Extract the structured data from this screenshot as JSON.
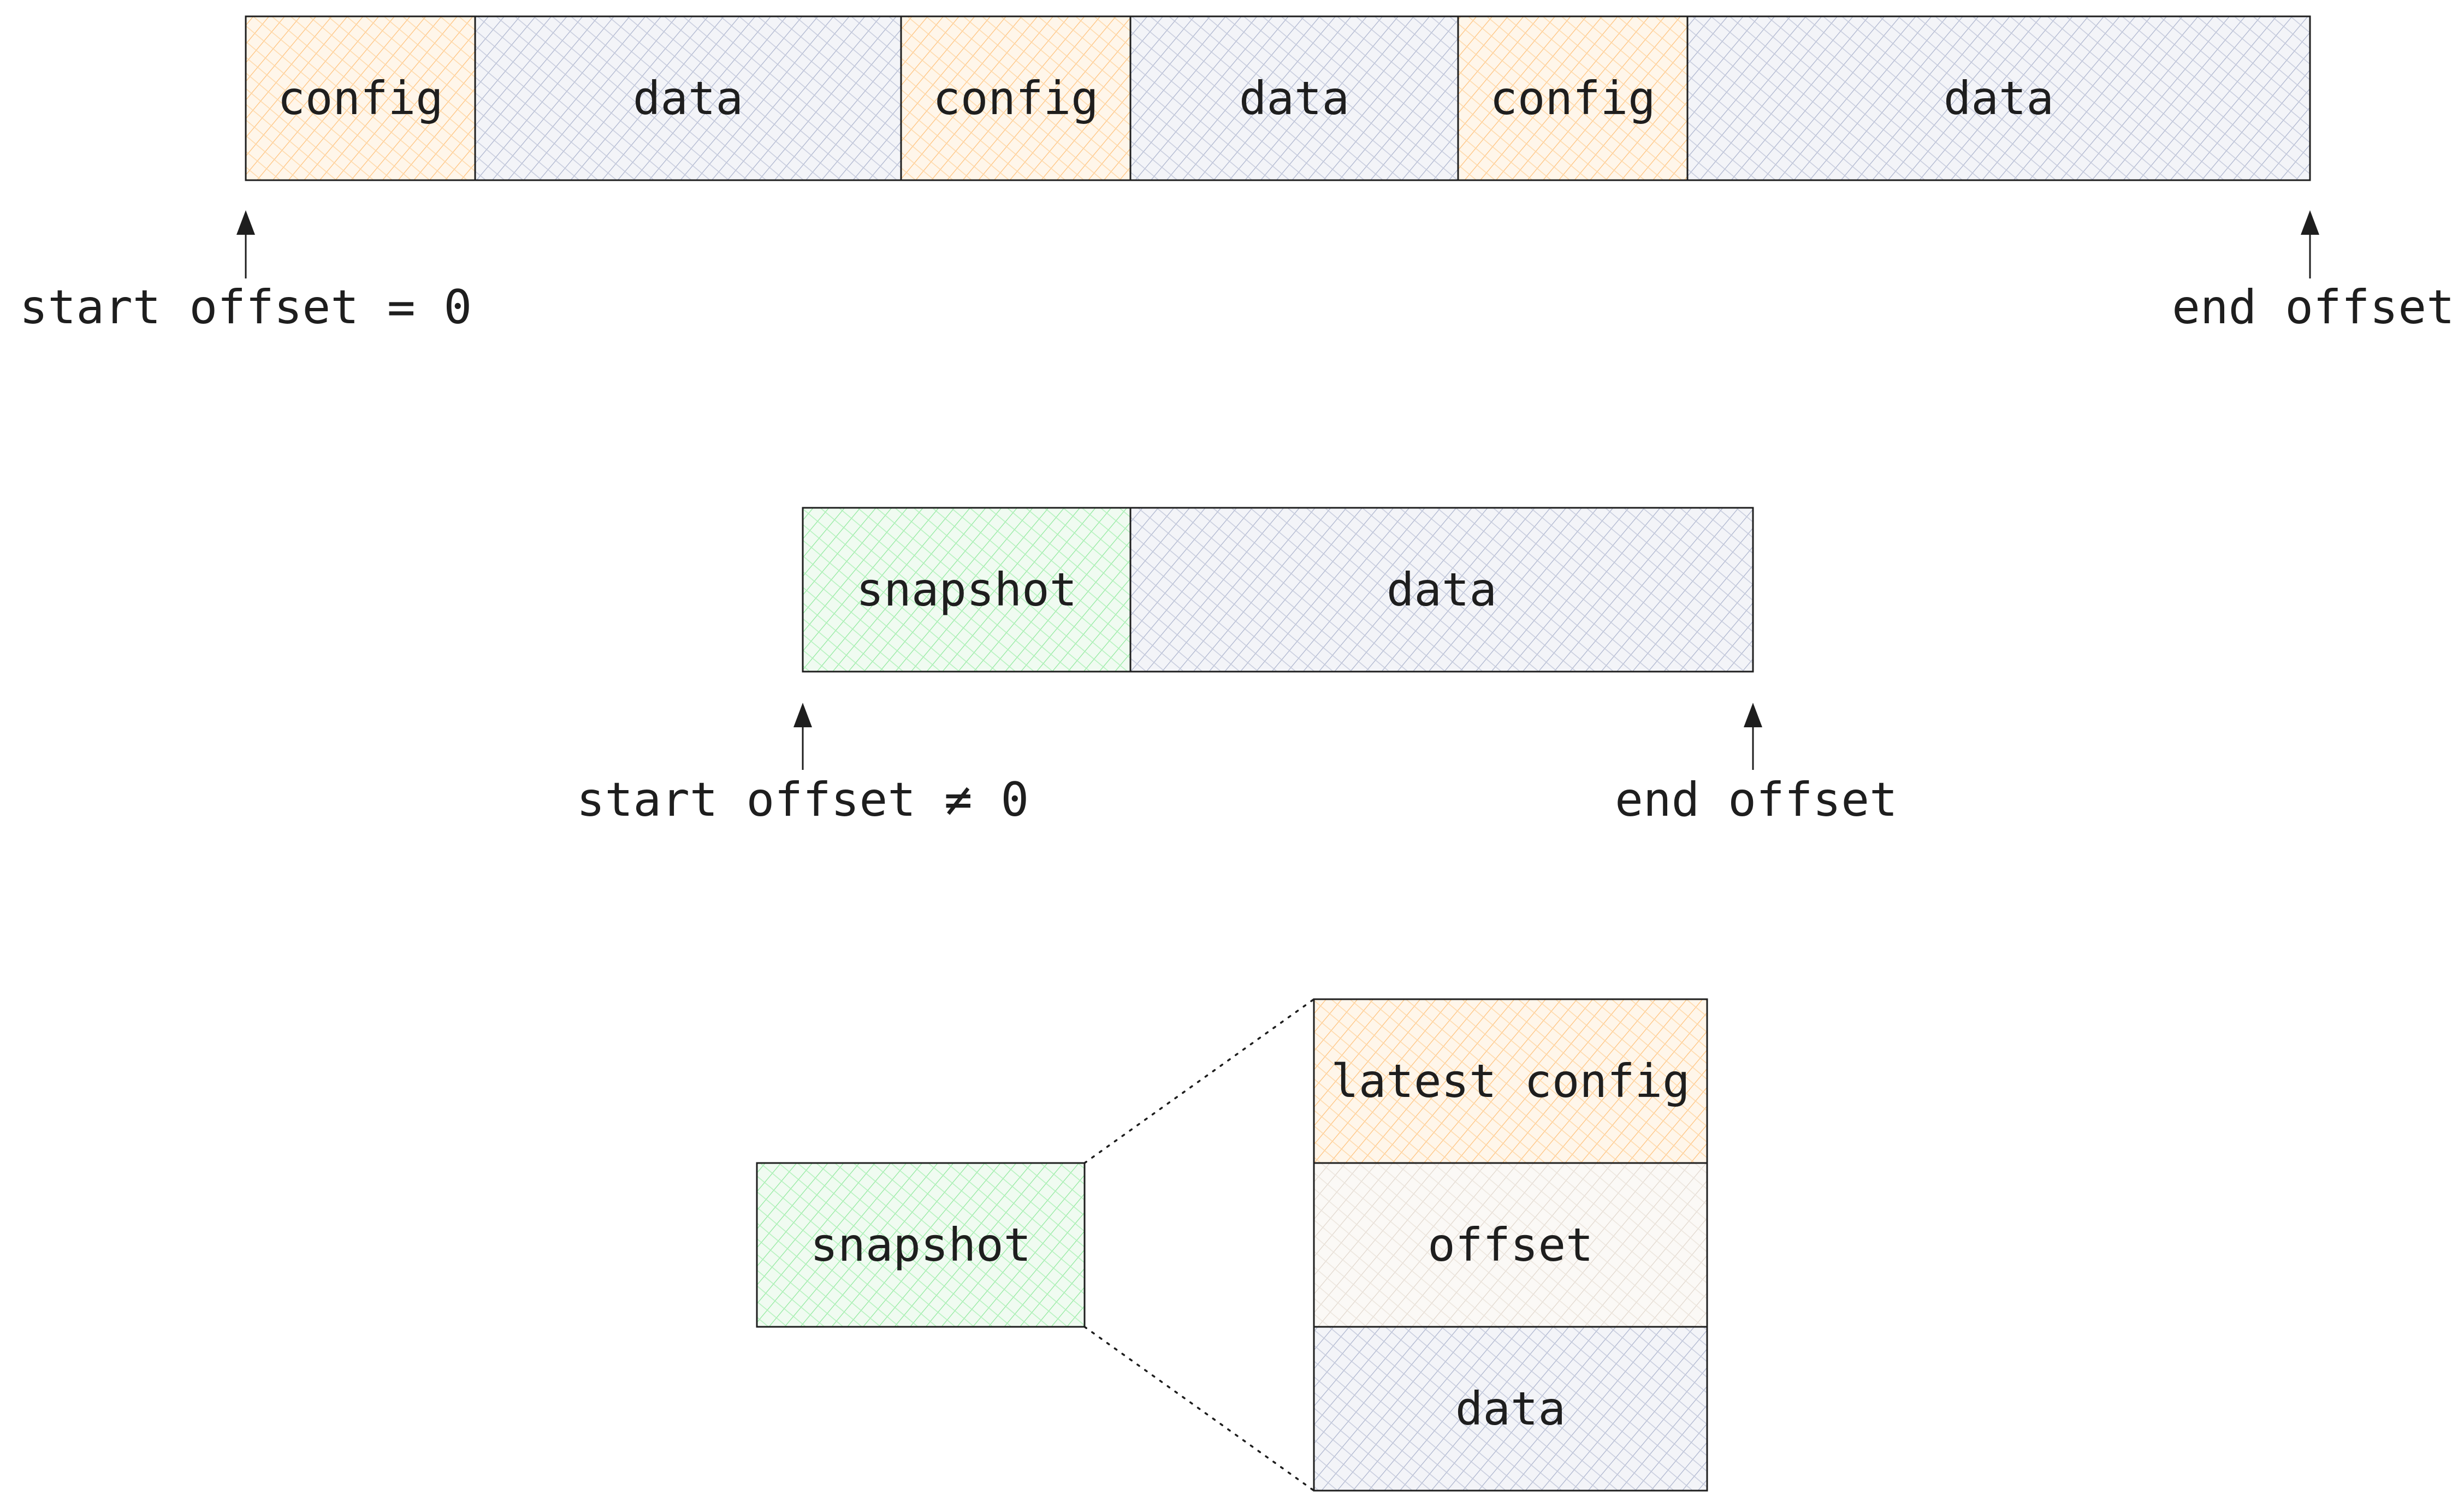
{
  "colors": {
    "config": "#ffd8a8",
    "data": "#cfd4e6",
    "snapshot": "#b2f2bb",
    "offset": "#eee6dd",
    "stroke": "#1e1e1e"
  },
  "row1": {
    "segments": [
      {
        "label": "config",
        "kind": "config"
      },
      {
        "label": "data",
        "kind": "data"
      },
      {
        "label": "config",
        "kind": "config"
      },
      {
        "label": "data",
        "kind": "data"
      },
      {
        "label": "config",
        "kind": "config"
      },
      {
        "label": "data",
        "kind": "data"
      }
    ],
    "start_label": "start offset = 0",
    "end_label": "end offset"
  },
  "row2": {
    "segments": [
      {
        "label": "snapshot",
        "kind": "snapshot"
      },
      {
        "label": "data",
        "kind": "data"
      }
    ],
    "start_label": "start offset ≠ 0",
    "end_label": "end offset"
  },
  "row3": {
    "snapshot_label": "snapshot",
    "detail": [
      {
        "label": "latest config",
        "kind": "config"
      },
      {
        "label": "offset",
        "kind": "offset"
      },
      {
        "label": "data",
        "kind": "data"
      }
    ]
  }
}
